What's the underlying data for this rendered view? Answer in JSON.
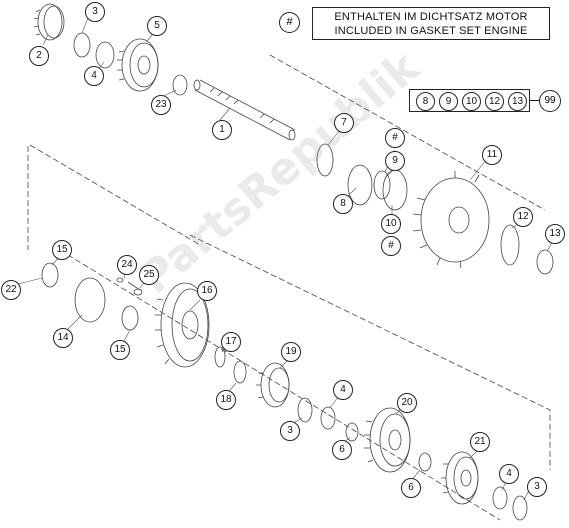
{
  "legend": {
    "symbol": "#",
    "line1": "ENTHALTEN IM DICHTSATZ MOTOR",
    "line2": "INCLUDED IN GASKET SET ENGINE"
  },
  "kit": {
    "items": [
      "8",
      "9",
      "10",
      "12",
      "13"
    ],
    "total": "99"
  },
  "callouts": [
    "1",
    "2",
    "3",
    "4",
    "5",
    "23",
    "7",
    "#",
    "9",
    "8",
    "10",
    "#",
    "11",
    "12",
    "13",
    "15",
    "22",
    "24",
    "25",
    "16",
    "14",
    "15",
    "17",
    "19",
    "18",
    "4",
    "3",
    "20",
    "6",
    "21",
    "6",
    "4",
    "3"
  ],
  "watermark": "PartsRepublik"
}
